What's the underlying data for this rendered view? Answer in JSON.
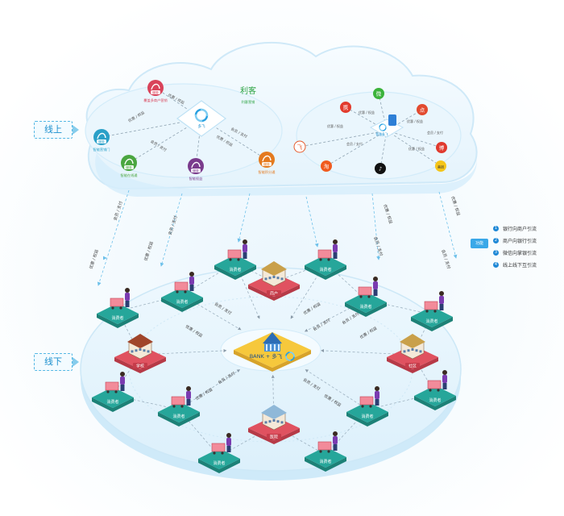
{
  "sections": {
    "online": "线上",
    "offline": "线下"
  },
  "online": {
    "left_hub": "多飞",
    "left_nodes": [
      {
        "id": "merchant-marketing",
        "badge": "服务",
        "label": "覆盖多商户营销",
        "color": "#d9435a"
      },
      {
        "id": "smart-marketing",
        "badge": "服务",
        "label": "智能营销门",
        "color": "#2aa0c8"
      },
      {
        "id": "smart-sales",
        "badge": "服务",
        "label": "智能在线通",
        "color": "#4aa640"
      },
      {
        "id": "smart-benefits",
        "badge": "服务",
        "label": "智能权益",
        "color": "#7a3b8c"
      },
      {
        "id": "smart-services",
        "badge": "服务",
        "label": "智能积分通",
        "color": "#e47a1e"
      }
    ],
    "brand_label": "利客",
    "brand_sub": "利客营销",
    "right_hub": "智慧多飞",
    "right_platforms": [
      {
        "id": "wechat",
        "glyph": "微",
        "color": "#3bb33b"
      },
      {
        "id": "weibo",
        "glyph": "博",
        "color": "#e03a2e"
      },
      {
        "id": "taobao",
        "glyph": "淘",
        "color": "#f05a1e"
      },
      {
        "id": "tiktok",
        "glyph": "♪",
        "color": "#111111"
      },
      {
        "id": "meituan",
        "glyph": "美团",
        "color": "#f5c518"
      },
      {
        "id": "ctrip",
        "glyph": "携",
        "color": "#e23b2d"
      },
      {
        "id": "dianping",
        "glyph": "点",
        "color": "#e24a2f"
      },
      {
        "id": "feizhu",
        "glyph": "飞",
        "color": "#ffffff"
      }
    ],
    "edge_label": "优惠 / 权益",
    "edge_label_alt": "会员 / 支付"
  },
  "flows": {
    "benefits": "优惠 / 权益",
    "payment": "会员 / 支付"
  },
  "offline": {
    "center": "BANK + 多飞",
    "consumer": "消费者",
    "venues": [
      {
        "id": "merchant",
        "label": "商户"
      },
      {
        "id": "school",
        "label": "学校"
      },
      {
        "id": "community",
        "label": "社区"
      },
      {
        "id": "hospital",
        "label": "医院"
      }
    ]
  },
  "legend": {
    "button": "功能",
    "items": [
      "银行向商户引流",
      "商户向银行引流",
      "微信向掌银引流",
      "线上线下互引流"
    ]
  },
  "colors": {
    "teal": "#26a69a",
    "red": "#e05260",
    "yellow": "#f6c83c",
    "cloud_edge": "#cfe9f8",
    "disc": "#e4f4fd"
  }
}
